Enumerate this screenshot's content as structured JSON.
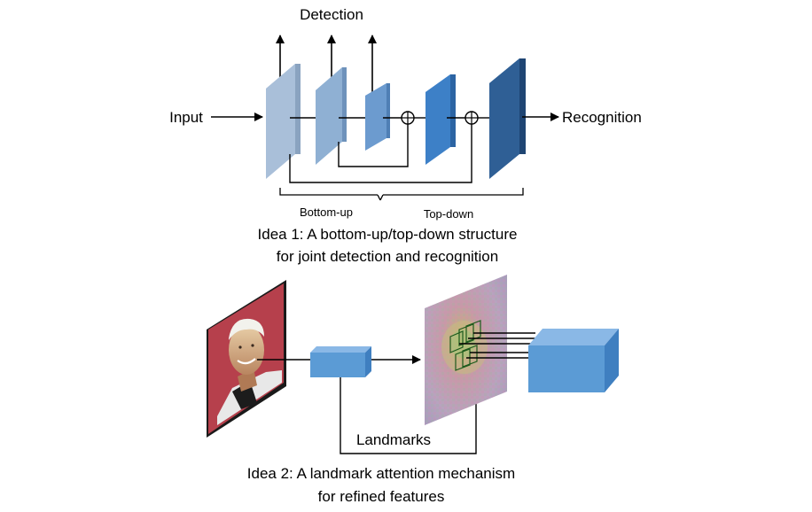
{
  "idea1": {
    "detection_label": "Detection",
    "input_label": "Input",
    "recognition_label": "Recognition",
    "bottom_up_label": "Bottom-up",
    "top_down_label": "Top-down",
    "caption_line1": "Idea 1: A bottom-up/top-down structure",
    "caption_line2": "for joint detection and recognition"
  },
  "idea2": {
    "landmarks_label": "Landmarks",
    "caption_line1": "Idea 2: A landmark attention mechanism",
    "caption_line2": "for refined features"
  },
  "colors": {
    "layer1": "#a9bfd9",
    "layer2": "#8fb0d3",
    "layer3": "#6c9bcf",
    "layer4": "#3d80c7",
    "layer5": "#2f5f95",
    "feature_block": "#5b9bd5",
    "face_background": "#b6404c",
    "heatmap_base": "#c9a9b4"
  }
}
